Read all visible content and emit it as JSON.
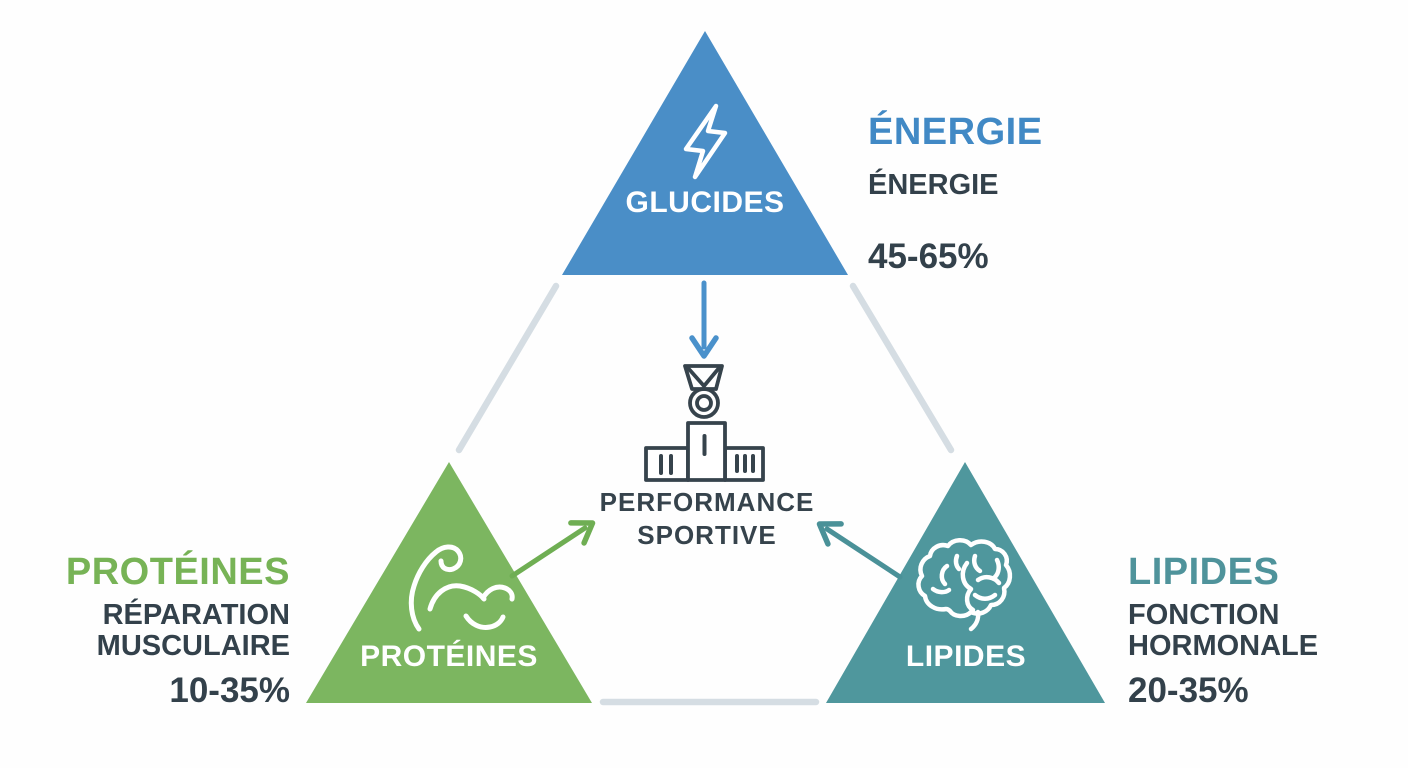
{
  "colors": {
    "background": "#fefefe",
    "glucides_triangle": "#4a8ec7",
    "proteines_triangle": "#7cb660",
    "lipides_triangle": "#4f979d",
    "energie_title": "#4189c5",
    "proteines_title": "#77b356",
    "lipides_title": "#4f939b",
    "dark_text": "#33414b",
    "connector_gray": "#d5dde3",
    "arrow_blue": "#4a91cb",
    "arrow_green": "#6fae53",
    "arrow_teal": "#4a9198",
    "triangle_label_text": "#ffffff"
  },
  "triangles": {
    "glucides": {
      "label": "GLUCIDES",
      "icon": "lightning-bolt-icon"
    },
    "proteines": {
      "label": "PROTÉINES",
      "icon": "flexed-bicep-icon"
    },
    "lipides": {
      "label": "LIPIDES",
      "icon": "brain-icon"
    }
  },
  "center": {
    "icons": [
      "medal-icon",
      "podium-icon"
    ],
    "label_line1": "PERFORMANCE",
    "label_line2": "SPORTIVE"
  },
  "annotations": {
    "energie": {
      "title": "ÉNERGIE",
      "subtitle": "ÉNERGIE",
      "percentage": "45-65%"
    },
    "proteines": {
      "title": "PROTÉINES",
      "subtitle_line1": "RÉPARATION",
      "subtitle_line2": "MUSCULAIRE",
      "percentage": "10-35%"
    },
    "lipides": {
      "title": "LIPIDES",
      "subtitle_line1": "FONCTION",
      "subtitle_line2": "HORMONALE",
      "percentage": "20-35%"
    }
  }
}
